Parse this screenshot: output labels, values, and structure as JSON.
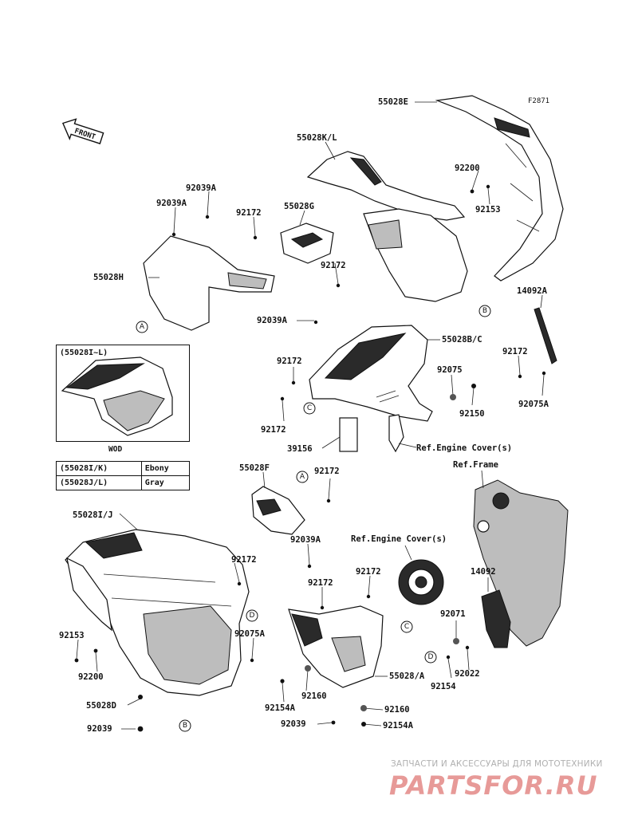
{
  "figure_code": "F2871",
  "direction_label": "FRONT",
  "callouts": [
    {
      "id": "55028E",
      "text": "55028E"
    },
    {
      "id": "55028K_L",
      "text": "55028K/L"
    },
    {
      "id": "92200_top",
      "text": "92200"
    },
    {
      "id": "92153_top",
      "text": "92153"
    },
    {
      "id": "92039A_1",
      "text": "92039A"
    },
    {
      "id": "92039A_2",
      "text": "92039A"
    },
    {
      "id": "92172_1",
      "text": "92172"
    },
    {
      "id": "55028G",
      "text": "55028G"
    },
    {
      "id": "92172_2",
      "text": "92172"
    },
    {
      "id": "55028H",
      "text": "55028H"
    },
    {
      "id": "14092A",
      "text": "14092A"
    },
    {
      "id": "92039A_3",
      "text": "92039A"
    },
    {
      "id": "55028B_C",
      "text": "55028B/C"
    },
    {
      "id": "92172_3",
      "text": "92172"
    },
    {
      "id": "92172_4",
      "text": "92172"
    },
    {
      "id": "92075",
      "text": "92075"
    },
    {
      "id": "92075A_1",
      "text": "92075A"
    },
    {
      "id": "92150",
      "text": "92150"
    },
    {
      "id": "92172_5",
      "text": "92172"
    },
    {
      "id": "39156",
      "text": "39156"
    },
    {
      "id": "ref_engine_cover_1",
      "text": "Ref.Engine Cover(s)"
    },
    {
      "id": "ref_frame",
      "text": "Ref.Frame"
    },
    {
      "id": "55028F",
      "text": "55028F"
    },
    {
      "id": "92172_6",
      "text": "92172"
    },
    {
      "id": "55028I_J",
      "text": "55028I/J"
    },
    {
      "id": "ref_engine_cover_2",
      "text": "Ref.Engine Cover(s)"
    },
    {
      "id": "92039A_4",
      "text": "92039A"
    },
    {
      "id": "92172_7",
      "text": "92172"
    },
    {
      "id": "92172_8",
      "text": "92172"
    },
    {
      "id": "14092",
      "text": "14092"
    },
    {
      "id": "92172_9",
      "text": "92172"
    },
    {
      "id": "92075A_2",
      "text": "92075A"
    },
    {
      "id": "92071",
      "text": "92071"
    },
    {
      "id": "92153_bottom",
      "text": "92153"
    },
    {
      "id": "92022",
      "text": "92022"
    },
    {
      "id": "92200_bottom",
      "text": "92200"
    },
    {
      "id": "55028_A",
      "text": "55028/A"
    },
    {
      "id": "92154",
      "text": "92154"
    },
    {
      "id": "92160_1",
      "text": "92160"
    },
    {
      "id": "55028D",
      "text": "55028D"
    },
    {
      "id": "92154A_1",
      "text": "92154A"
    },
    {
      "id": "92160_2",
      "text": "92160"
    },
    {
      "id": "92039_1",
      "text": "92039"
    },
    {
      "id": "92039_2",
      "text": "92039"
    },
    {
      "id": "92154A_2",
      "text": "92154A"
    }
  ],
  "connectors": [
    "A",
    "A",
    "B",
    "B",
    "C",
    "C",
    "D",
    "D"
  ],
  "inset": {
    "title": "(55028I~L)",
    "wod": "WOD"
  },
  "color_table": [
    {
      "part": "(55028I/K)",
      "color": "Ebony"
    },
    {
      "part": "(55028J/L)",
      "color": "Gray"
    }
  ],
  "watermark": {
    "tagline": "ЗАПЧАСТИ И АКСЕССУАРЫ ДЛЯ МОТОТЕХНИКИ",
    "brand": "PARTSFOR.RU"
  }
}
